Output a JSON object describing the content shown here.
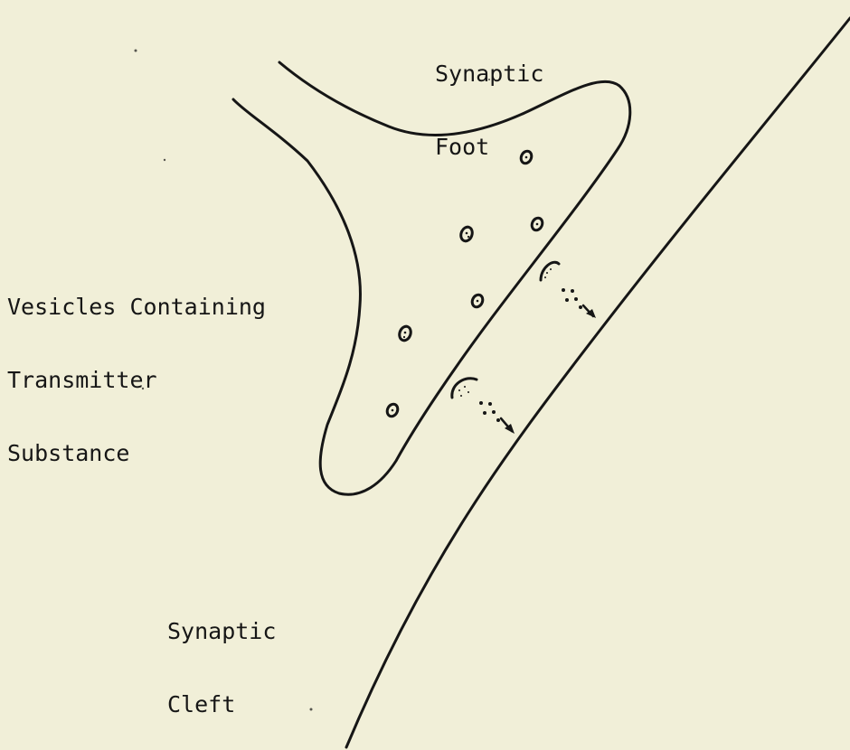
{
  "diagram": {
    "labels": {
      "synaptic_foot": [
        "Synaptic",
        "Foot"
      ],
      "vesicles": [
        "Vesicles Containing",
        "Transmitter",
        "Substance"
      ],
      "synaptic_cleft": [
        "Synaptic",
        "Cleft"
      ]
    },
    "colors": {
      "background": "#f1efd8",
      "ink": "#161616"
    }
  }
}
